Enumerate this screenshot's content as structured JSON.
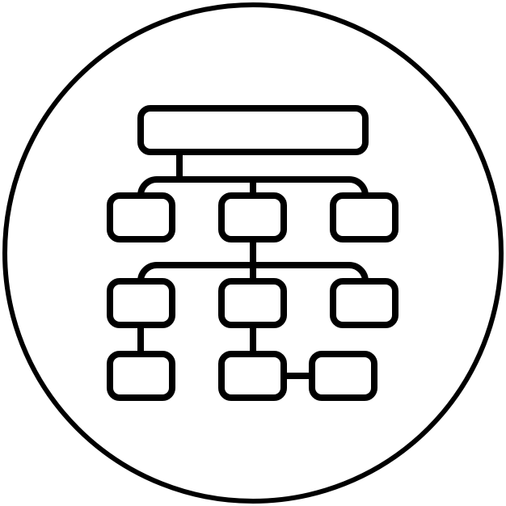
{
  "icon": {
    "name": "hierarchy-structure-icon",
    "style": "outline",
    "stroke_color": "#000000",
    "background_color": "#ffffff",
    "enclosure": "circle",
    "levels": [
      {
        "level": 1,
        "boxes": 1
      },
      {
        "level": 2,
        "boxes": 3
      },
      {
        "level": 3,
        "boxes": 3
      },
      {
        "level": 4,
        "boxes": 3
      }
    ]
  }
}
